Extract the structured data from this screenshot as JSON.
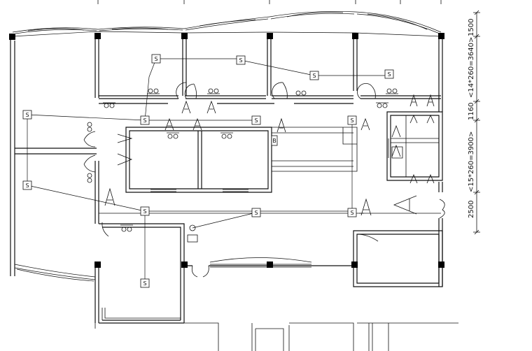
{
  "dimensions": [
    {
      "id": "dim-1500",
      "text": "1500"
    },
    {
      "id": "dim-14x260",
      "text": "<14*260=3640>"
    },
    {
      "id": "dim-1160",
      "text": "1160"
    },
    {
      "id": "dim-15x260",
      "text": "<15*260=3900>"
    },
    {
      "id": "dim-2500",
      "text": "2500"
    }
  ],
  "symbols": {
    "switch_label": "S",
    "junction_label": "B"
  }
}
